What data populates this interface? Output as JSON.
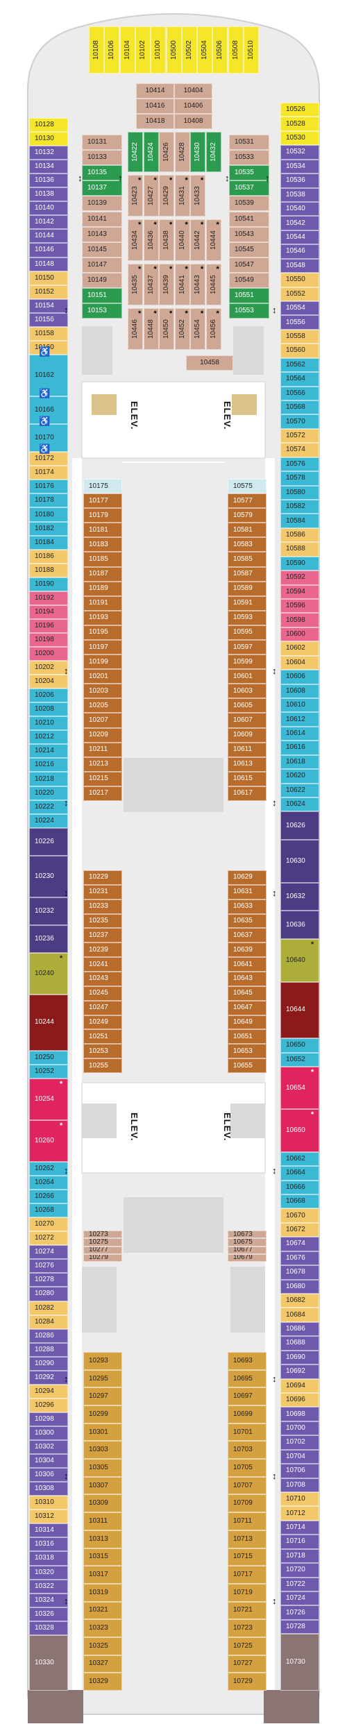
{
  "legend": {
    "star_glyph": "*",
    "accessible_glyph": "♿",
    "connecting_glyph": "↕",
    "elevator_label": "ELEV."
  },
  "colors": {
    "yellow": "#f5e62a",
    "purple": "#6e59ad",
    "dark_purple": "#4d3b83",
    "aqua": "#3ab8d4",
    "light_aqua": "#cfe9ee",
    "orange": "#f3c86a",
    "pink": "#e9668f",
    "brown": "#b86c2c",
    "gold": "#d4a040",
    "tan": "#cfa795",
    "green": "#2c9a4f",
    "olive": "#adad3a",
    "maroon": "#8b1a1a",
    "red": "#e0245e",
    "mauve": "#8a7474",
    "stair": "#dcc38a",
    "gray": "#d9d9d9",
    "hull": "#e6e6e6"
  },
  "bow_cabins": [
    "10108",
    "10106",
    "10104",
    "10102",
    "10100",
    "10500",
    "10502",
    "10504",
    "10506",
    "10508",
    "10510"
  ],
  "center_forward": [
    "10414",
    "10404",
    "10416",
    "10406",
    "10418",
    "10408"
  ],
  "center_block_left": [
    "10131",
    "10133",
    "10135",
    "10137",
    "10139",
    "10141",
    "10143",
    "10145",
    "10147",
    "10149",
    "10151",
    "10153"
  ],
  "center_block_right": [
    "10531",
    "10533",
    "10535",
    "10537",
    "10539",
    "10541",
    "10543",
    "10545",
    "10547",
    "10549",
    "10551",
    "10553"
  ],
  "center_vertical_top": [
    "10422",
    "10424",
    "10426",
    "10428",
    "10430",
    "10432"
  ],
  "center_grid_row1": [
    "10423",
    "10427",
    "10429",
    "10431",
    "10433"
  ],
  "center_grid_row2": [
    "10434",
    "10436",
    "10438",
    "10440",
    "10442",
    "10444"
  ],
  "center_grid_row3": [
    "10435",
    "10437",
    "10439",
    "10441",
    "10443",
    "10445"
  ],
  "center_grid_row4": [
    "10446",
    "10448",
    "10450",
    "10452",
    "10454",
    "10456"
  ],
  "center_aft": "10458",
  "port_side": [
    "10128",
    "10130",
    "10132",
    "10134",
    "10136",
    "10138",
    "10140",
    "10142",
    "10144",
    "10146",
    "10148",
    "10150",
    "10152",
    "10154",
    "10156",
    "10158",
    "10160",
    "10162",
    "10166",
    "10170",
    "10172",
    "10174",
    "10176",
    "10178",
    "10180",
    "10182",
    "10184",
    "10186",
    "10188",
    "10190",
    "10192",
    "10194",
    "10196",
    "10198",
    "10200",
    "10202",
    "10204",
    "10206",
    "10208",
    "10210",
    "10212",
    "10214",
    "10216",
    "10218",
    "10220",
    "10222",
    "10224",
    "10226",
    "10230",
    "10232",
    "10236",
    "10240",
    "10244",
    "10250",
    "10252",
    "10254",
    "10260",
    "10262",
    "10264",
    "10266",
    "10268",
    "10270",
    "10272",
    "10274",
    "10276",
    "10278",
    "10280",
    "10282",
    "10284",
    "10286",
    "10288",
    "10290",
    "10292",
    "10294",
    "10296",
    "10298",
    "10300",
    "10302",
    "10304",
    "10306",
    "10308",
    "10310",
    "10312",
    "10314",
    "10316",
    "10318",
    "10320",
    "10322",
    "10324",
    "10326",
    "10328",
    "10330"
  ],
  "starboard_side": [
    "10526",
    "10528",
    "10530",
    "10532",
    "10534",
    "10536",
    "10538",
    "10540",
    "10542",
    "10544",
    "10546",
    "10548",
    "10550",
    "10552",
    "10554",
    "10556",
    "10558",
    "10560",
    "10562",
    "10564",
    "10566",
    "10568",
    "10570",
    "10572",
    "10574",
    "10576",
    "10578",
    "10580",
    "10582",
    "10584",
    "10586",
    "10588",
    "10590",
    "10592",
    "10594",
    "10596",
    "10598",
    "10600",
    "10602",
    "10604",
    "10606",
    "10608",
    "10610",
    "10612",
    "10614",
    "10616",
    "10618",
    "10620",
    "10622",
    "10624",
    "10626",
    "10630",
    "10632",
    "10636",
    "10640",
    "10644",
    "10650",
    "10652",
    "10654",
    "10660",
    "10662",
    "10664",
    "10666",
    "10668",
    "10670",
    "10672",
    "10674",
    "10676",
    "10678",
    "10680",
    "10682",
    "10684",
    "10686",
    "10688",
    "10690",
    "10692",
    "10694",
    "10696",
    "10698",
    "10700",
    "10702",
    "10704",
    "10706",
    "10708",
    "10710",
    "10712",
    "10714",
    "10716",
    "10718",
    "10720",
    "10722",
    "10724",
    "10726",
    "10728",
    "10730"
  ],
  "inner_port": [
    "10175",
    "10177",
    "10179",
    "10181",
    "10183",
    "10185",
    "10187",
    "10189",
    "10191",
    "10193",
    "10195",
    "10197",
    "10199",
    "10201",
    "10203",
    "10205",
    "10207",
    "10209",
    "10211",
    "10213",
    "10215",
    "10217",
    "10229",
    "10231",
    "10233",
    "10235",
    "10237",
    "10239",
    "10241",
    "10243",
    "10245",
    "10247",
    "10249",
    "10251",
    "10253",
    "10255",
    "10273",
    "10275",
    "10277",
    "10279",
    "10293",
    "10295",
    "10297",
    "10299",
    "10301",
    "10303",
    "10305",
    "10307",
    "10309",
    "10311",
    "10313",
    "10315",
    "10317",
    "10319",
    "10321",
    "10323",
    "10325",
    "10327",
    "10329"
  ],
  "inner_starboard": [
    "10575",
    "10577",
    "10579",
    "10581",
    "10583",
    "10585",
    "10587",
    "10589",
    "10591",
    "10593",
    "10595",
    "10597",
    "10599",
    "10601",
    "10603",
    "10605",
    "10607",
    "10609",
    "10611",
    "10613",
    "10615",
    "10617",
    "10629",
    "10631",
    "10633",
    "10635",
    "10637",
    "10639",
    "10641",
    "10643",
    "10645",
    "10647",
    "10649",
    "10651",
    "10653",
    "10655",
    "10673",
    "10675",
    "10677",
    "10679",
    "10693",
    "10695",
    "10697",
    "10699",
    "10701",
    "10703",
    "10705",
    "10707",
    "10709",
    "10711",
    "10713",
    "10715",
    "10717",
    "10719",
    "10721",
    "10723",
    "10725",
    "10727",
    "10729"
  ]
}
